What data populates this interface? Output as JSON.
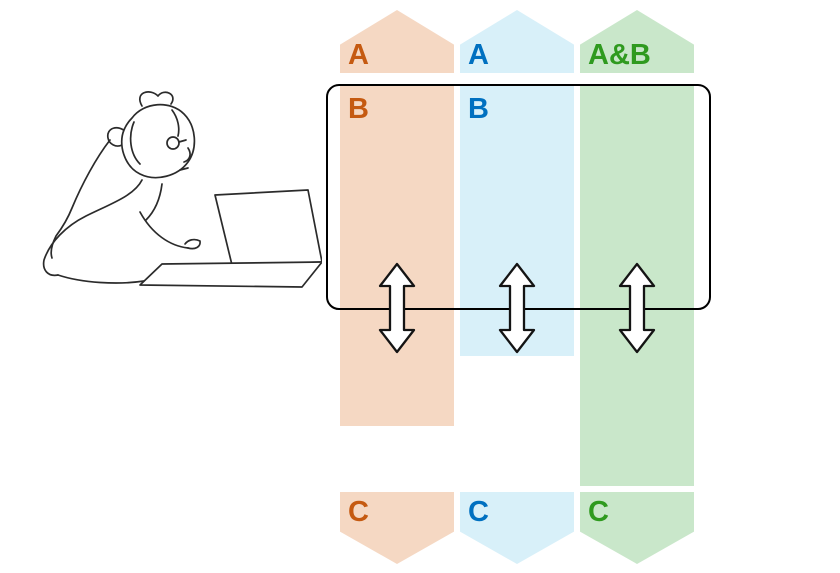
{
  "illustration": {
    "icon": "person-thinking-at-laptop-sketch"
  },
  "diagram": {
    "box_outline_color": "#000000",
    "arrow_icon": "double-headed-vertical-arrow",
    "columns": [
      {
        "name": "orange",
        "band_color": "#f5d8c3",
        "label_color": "#c55a11",
        "top_label": "A",
        "box_label": "B",
        "bottom_label": "C"
      },
      {
        "name": "blue",
        "band_color": "#d8f0f9",
        "label_color": "#0070c0",
        "top_label": "A",
        "box_label": "B",
        "bottom_label": "C"
      },
      {
        "name": "green",
        "band_color": "#c9e7ca",
        "label_color": "#2f9a1f",
        "top_label": "A&B",
        "bottom_label": "C"
      }
    ]
  }
}
